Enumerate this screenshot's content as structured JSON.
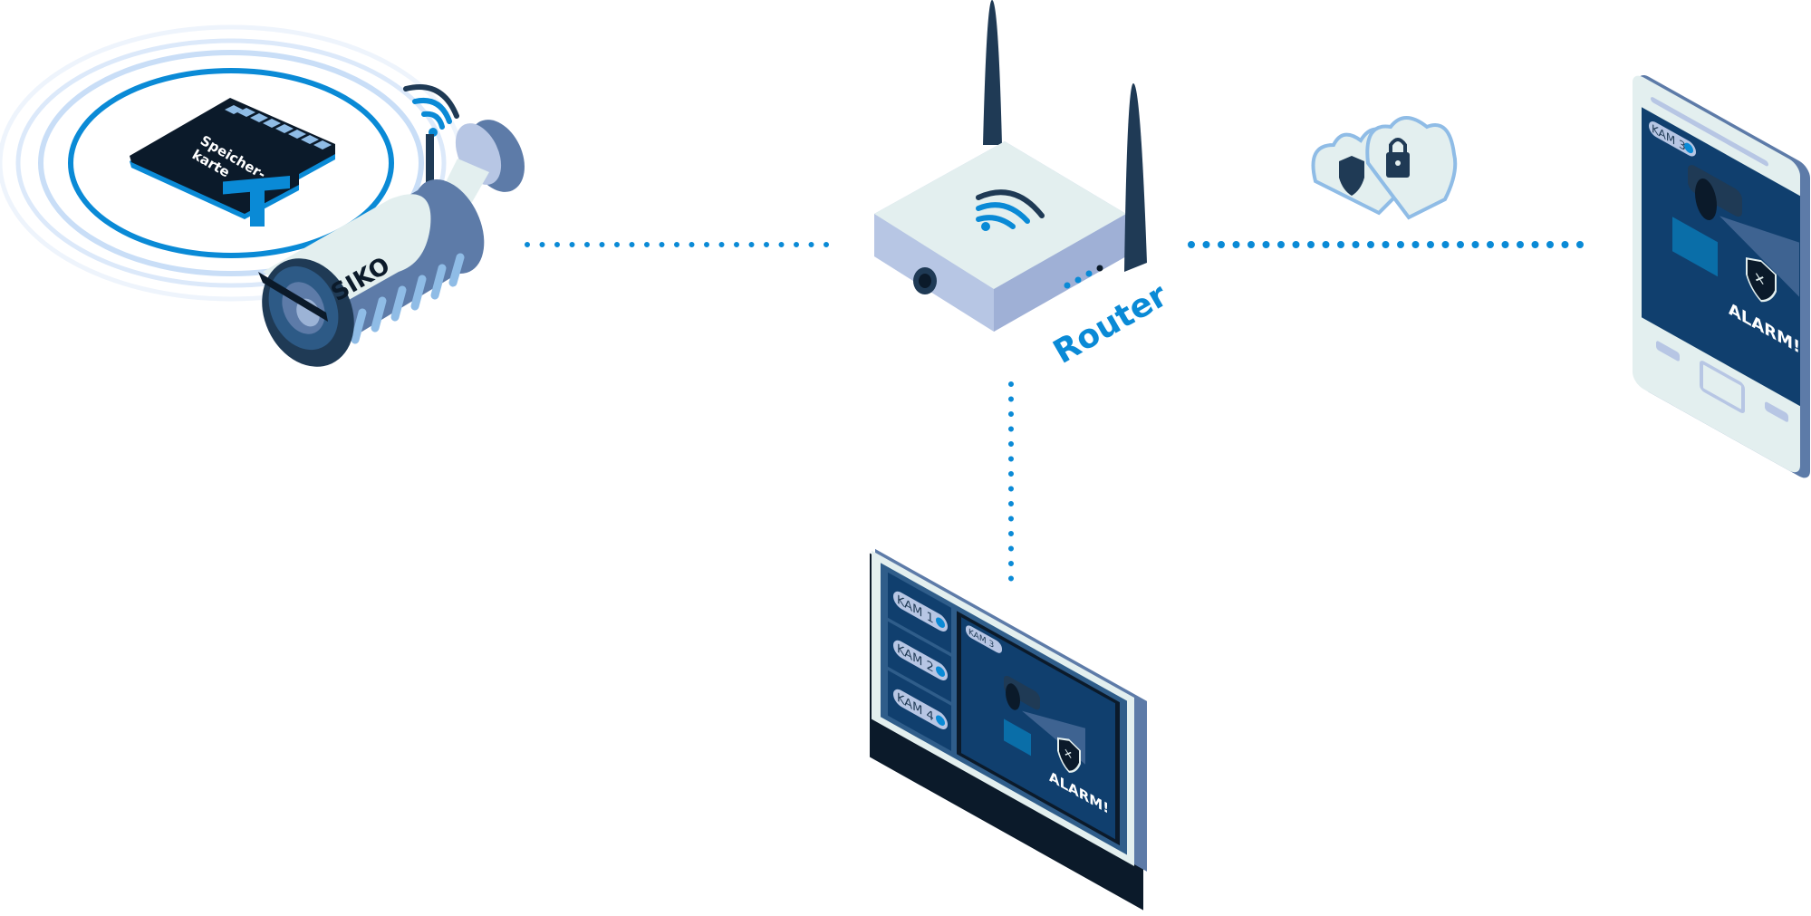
{
  "colors": {
    "accent": "#0a8ad6",
    "navy": "#0f2a44",
    "screen": "#103f6e",
    "steel": "#5d7ba8",
    "pale": "#e3efef",
    "light_blue": "#8fbce6"
  },
  "camera": {
    "brand": "SIKO",
    "memory_card_label_line1": "Speicher-",
    "memory_card_label_line2": "karte",
    "plus_icon": "plus-icon"
  },
  "router": {
    "label": "Router"
  },
  "cloud": {
    "icons": [
      "shield-icon",
      "lock-icon"
    ]
  },
  "monitor": {
    "camera_list": [
      "KAM 1",
      "KAM 2",
      "KAM 4"
    ],
    "active_camera": "KAM 3",
    "alert": "ALARM!"
  },
  "phone": {
    "active_camera": "KAM 3",
    "alert": "ALARM!"
  }
}
